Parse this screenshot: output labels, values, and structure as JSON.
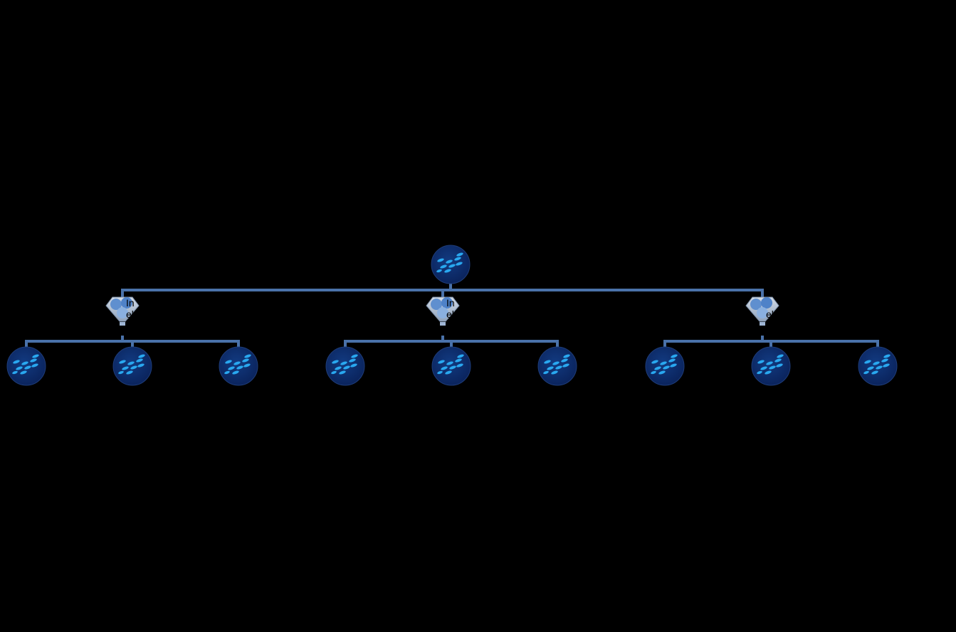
{
  "colors": {
    "background": "#000000",
    "connector": "#4a72aa",
    "node_fill": "#0d2a66",
    "node_streak": "#29a8f0",
    "funnel": "#b8c6d8"
  },
  "root": {
    "icon": "fish-school-icon"
  },
  "groups": [
    {
      "funnel_icon": "funnel-icon",
      "label_lines": [
        "In",
        "el"
      ],
      "children": 3
    },
    {
      "funnel_icon": "funnel-icon",
      "label_lines": [
        "In",
        "el"
      ],
      "children": 3
    },
    {
      "funnel_icon": "funnel-icon",
      "label_lines": [
        "",
        "el"
      ],
      "children": 3
    }
  ]
}
